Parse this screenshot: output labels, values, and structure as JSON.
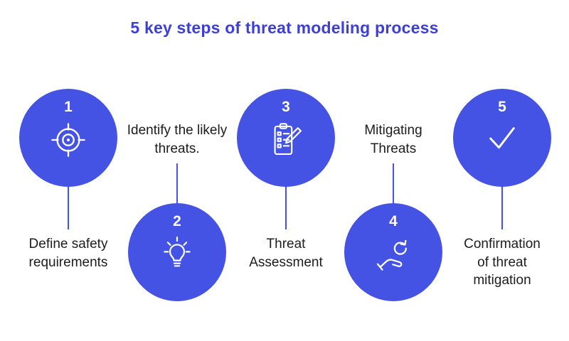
{
  "title": "5 key steps of threat modeling process",
  "colors": {
    "accent": "#4553e4",
    "title_text": "#3c3fd9",
    "label_text": "#1c1c1e",
    "background": "#ffffff",
    "icon_stroke": "#ffffff"
  },
  "steps": [
    {
      "number": "1",
      "label": "Define safety requirements",
      "icon": "target-icon",
      "circle_position": "top",
      "label_position": "below"
    },
    {
      "number": "2",
      "label": "Identify the likely threats.",
      "icon": "lightbulb-icon",
      "circle_position": "bottom",
      "label_position": "above"
    },
    {
      "number": "3",
      "label": "Threat Assessment",
      "icon": "checklist-pencil-icon",
      "circle_position": "top",
      "label_position": "below"
    },
    {
      "number": "4",
      "label": "Mitigating Threats",
      "icon": "hand-refresh-icon",
      "circle_position": "bottom",
      "label_position": "above"
    },
    {
      "number": "5",
      "label": "Confirmation of threat mitigation",
      "icon": "checkmark-icon",
      "circle_position": "top",
      "label_position": "below"
    }
  ]
}
